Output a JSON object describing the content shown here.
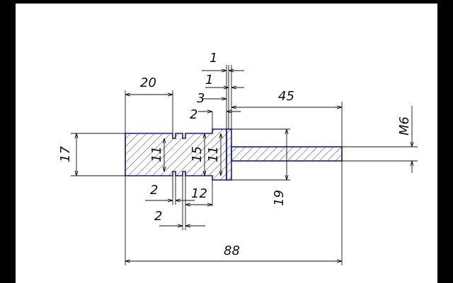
{
  "drawing": {
    "colors": {
      "frame": "#000000",
      "sheet": "#ffffff",
      "dimension_lines": "#111111",
      "part_outline": "#1a1a8c",
      "hatch": "#333333"
    },
    "dimensions": {
      "d_1_top": "1",
      "d_1_second": "1",
      "d_3": "3",
      "d_2_top": "2",
      "d_20": "20",
      "d_45": "45",
      "d_m6": "M6",
      "d_17": "17",
      "d_11_left": "11",
      "d_15": "15",
      "d_11_right": "11",
      "d_19": "19",
      "d_2_bottom": "2",
      "d_12": "12",
      "d_2_lowest": "2",
      "d_88": "88"
    }
  }
}
